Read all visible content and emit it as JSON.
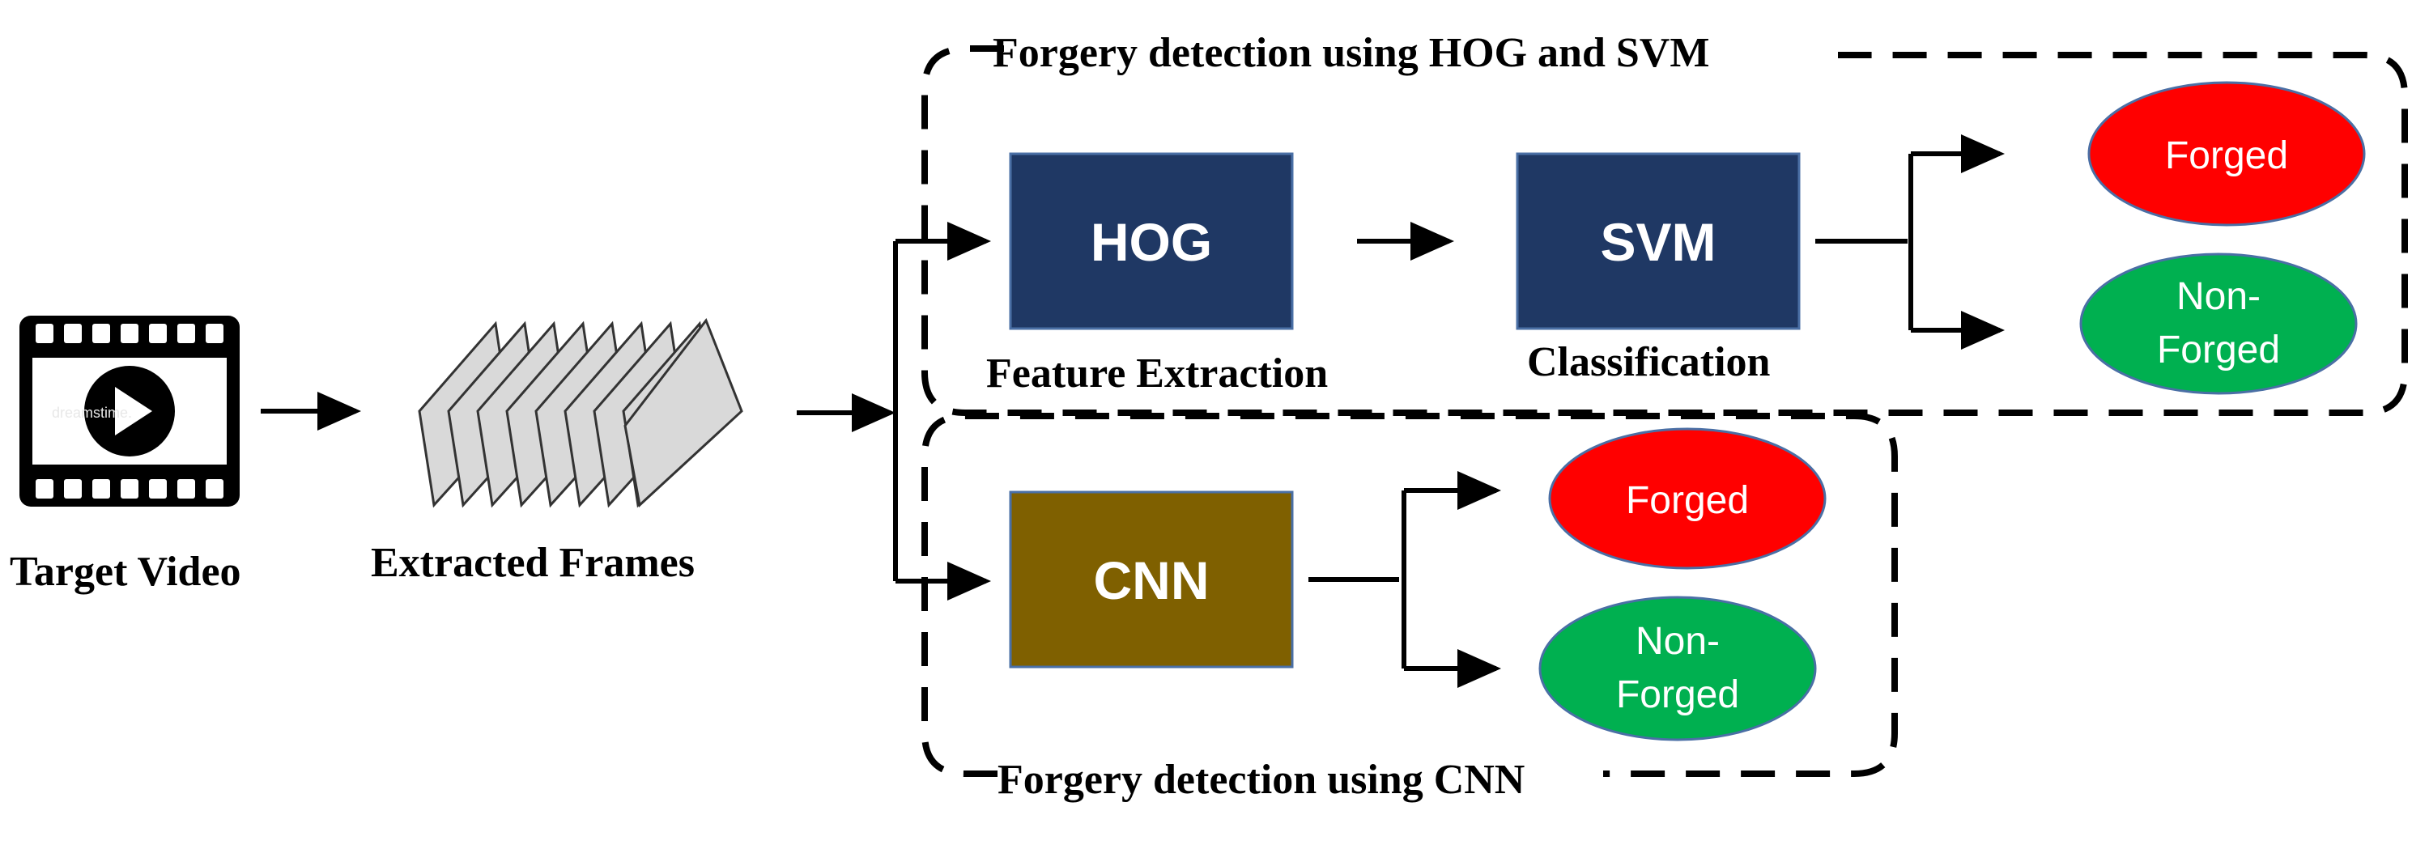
{
  "labels": {
    "target_video": "Target Video",
    "extracted_frames": "Extracted Frames",
    "feature_extraction": "Feature Extraction",
    "classification": "Classification",
    "hog_svm_group_title": "Forgery detection using HOG and SVM",
    "cnn_group_title": "Forgery detection using CNN",
    "watermark": "dreamstime."
  },
  "boxes": {
    "hog": {
      "label": "HOG",
      "color": "#1f3864"
    },
    "svm": {
      "label": "SVM",
      "color": "#1f3864"
    },
    "cnn": {
      "label": "CNN",
      "color": "#7f6000"
    }
  },
  "outcomes": {
    "forged": {
      "label": "Forged",
      "color": "#ff0000"
    },
    "non_forged": {
      "line1": "Non-",
      "line2": "Forged",
      "color": "#00b050"
    }
  },
  "icons": {
    "video": "video-film-play-icon",
    "frames": "stacked-frames-icon"
  }
}
